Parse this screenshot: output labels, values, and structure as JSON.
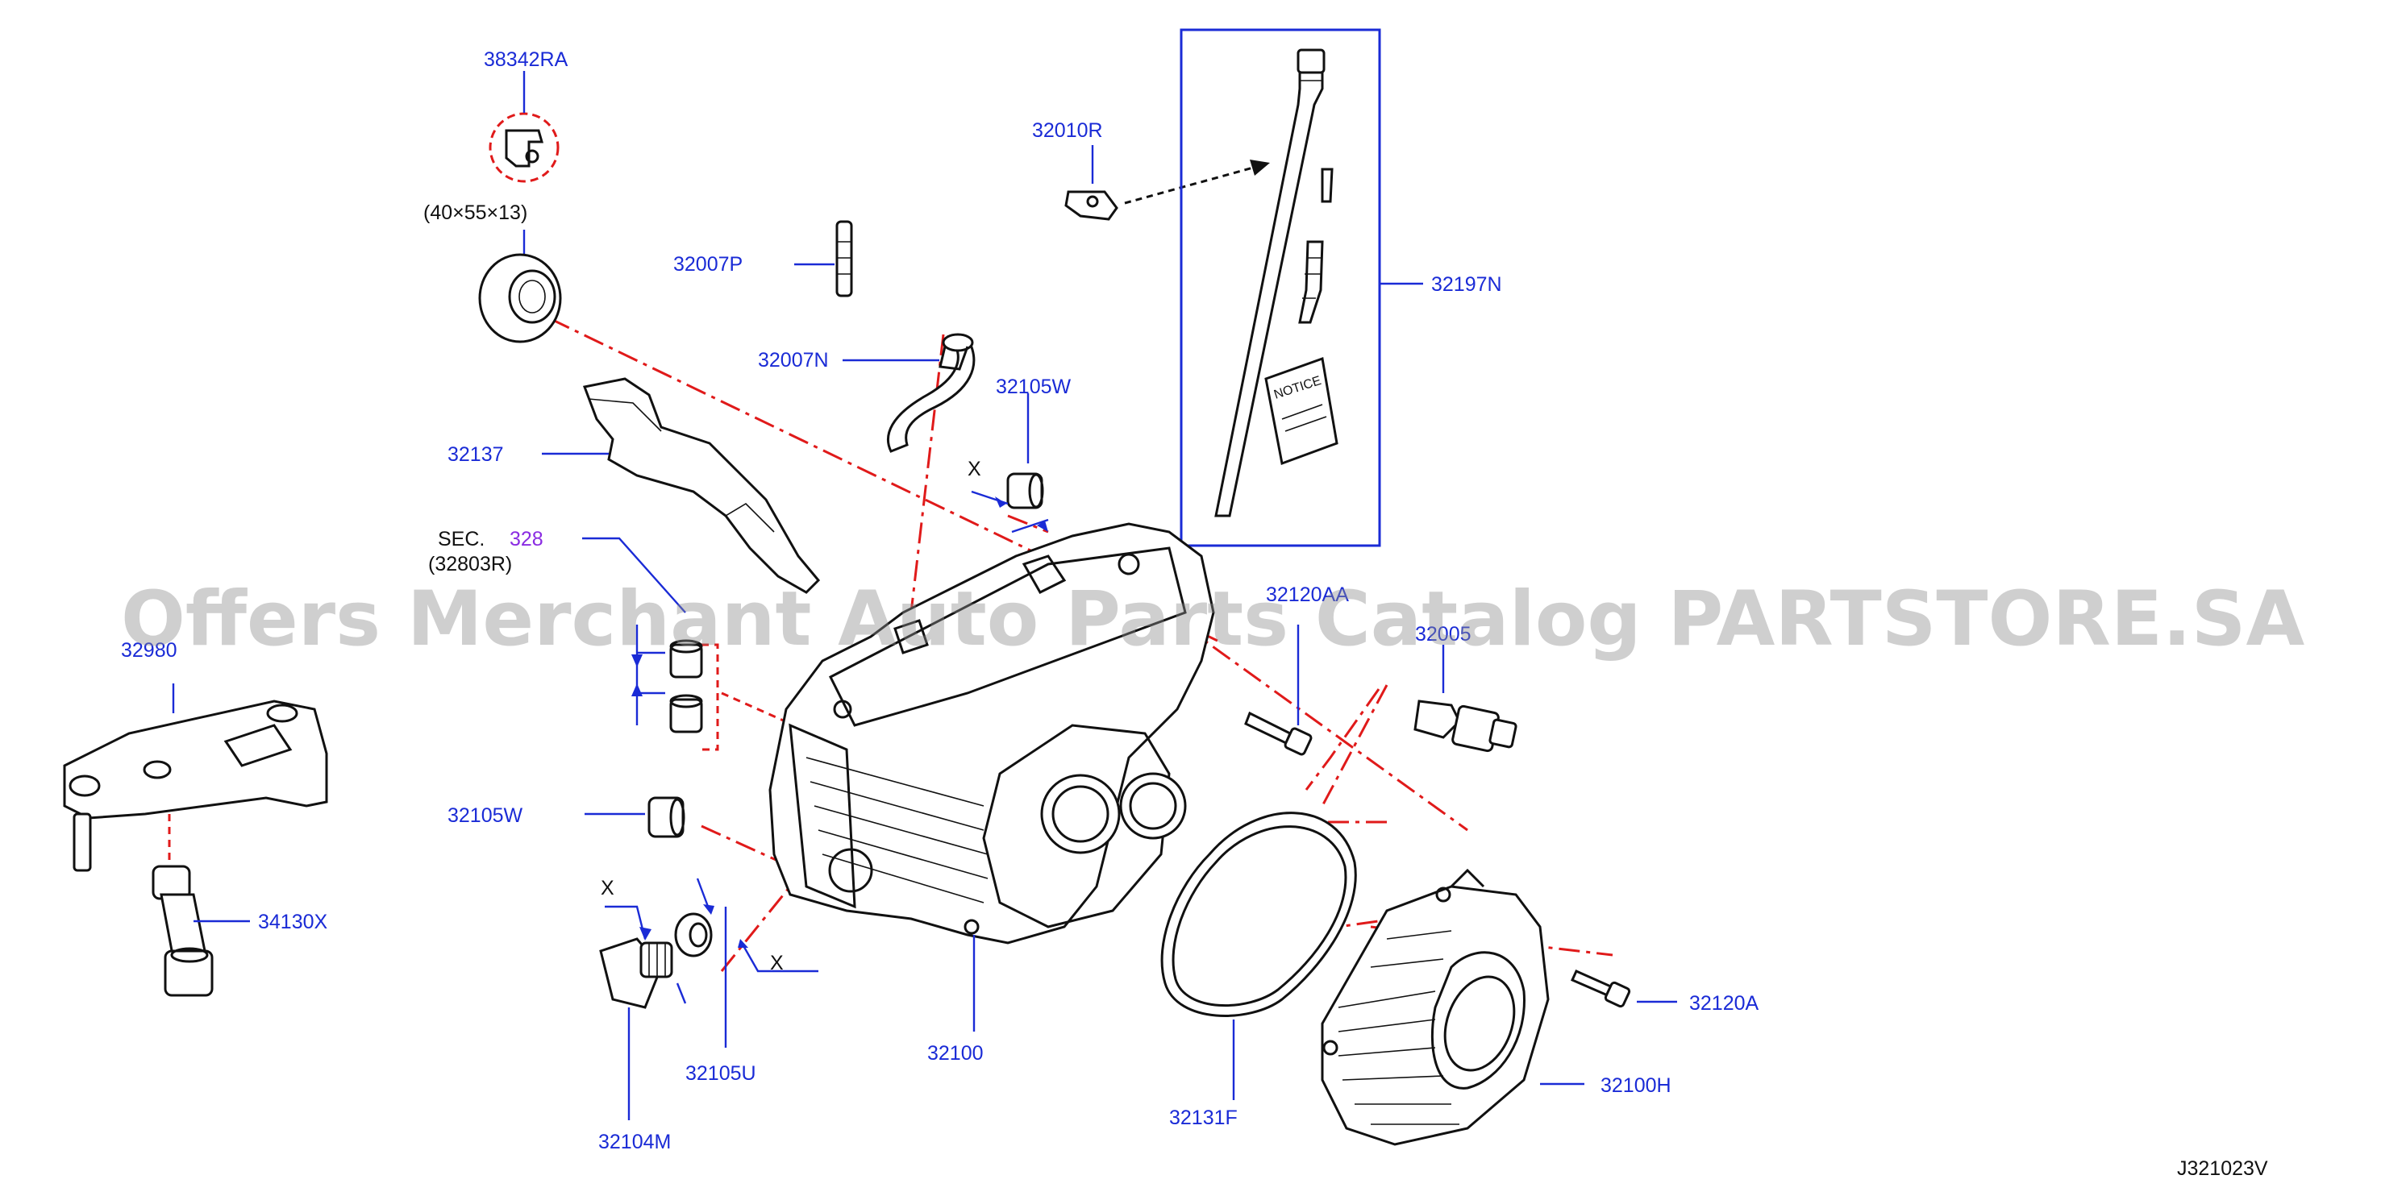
{
  "diagram": {
    "watermark": "Offers Merchant Auto Parts Catalog PARTSTORE.SA",
    "figure_id": "J321023V",
    "callouts": {
      "p38342RA": "38342RA",
      "seal_size": "(40×55×13)",
      "p32007P": "32007P",
      "p32007N": "32007N",
      "p32010R": "32010R",
      "p32197N": "32197N",
      "p32105W_top": "32105W",
      "p32137": "32137",
      "sec_prefix": "SEC.",
      "sec_number": "328",
      "sec_ref": "(32803R)",
      "p32980": "32980",
      "p34130X": "34130X",
      "p32105W_left": "32105W",
      "x_left": "X",
      "x_top": "X",
      "x_bottom": "X",
      "p32120AA": "32120AA",
      "p32005": "32005",
      "p32104M": "32104M",
      "p32105U": "32105U",
      "p32100": "32100",
      "p32131F": "32131F",
      "p32120A": "32120A",
      "p32100H": "32100H"
    },
    "manual_label": "NOTICE",
    "colors": {
      "callout": "#1a2bd6",
      "guide_line": "#e01a1a",
      "sec_link": "#8a2be2",
      "watermark": "#8c8c8c"
    }
  }
}
